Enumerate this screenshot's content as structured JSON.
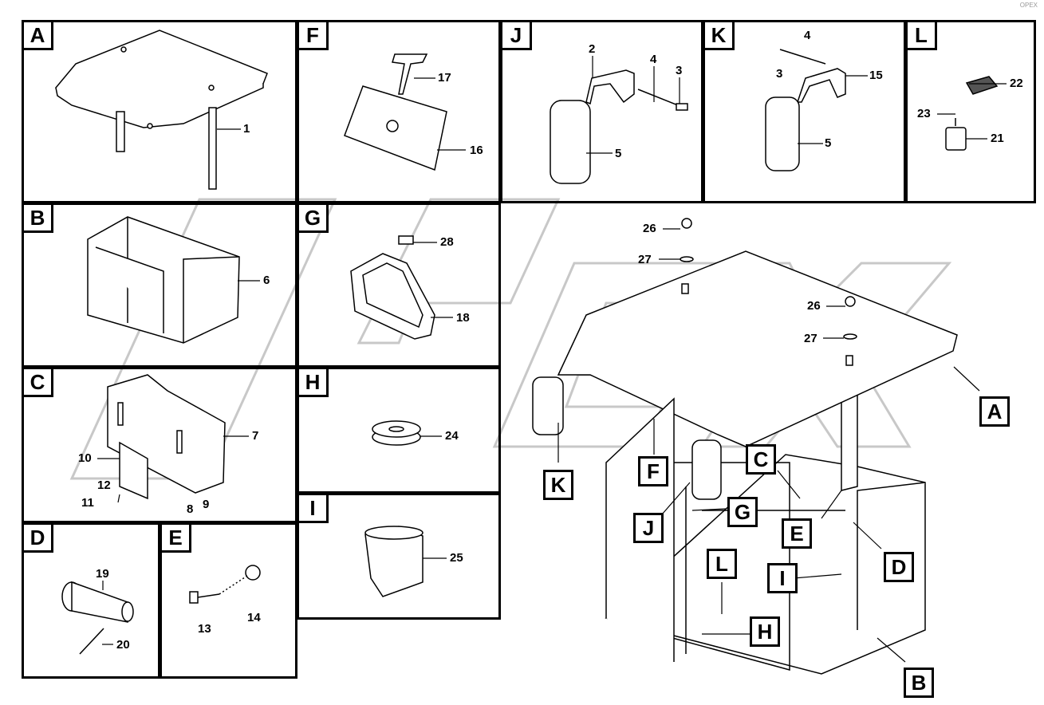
{
  "watermark_corner": "OPEX",
  "panels": [
    {
      "id": "A",
      "label": "A",
      "numbers": [
        "1"
      ]
    },
    {
      "id": "F",
      "label": "F",
      "numbers": [
        "17",
        "16"
      ]
    },
    {
      "id": "J",
      "label": "J",
      "numbers": [
        "2",
        "4",
        "3",
        "5"
      ]
    },
    {
      "id": "K",
      "label": "K",
      "numbers": [
        "4",
        "3",
        "15",
        "5"
      ]
    },
    {
      "id": "L",
      "label": "L",
      "numbers": [
        "22",
        "23",
        "21"
      ]
    },
    {
      "id": "B",
      "label": "B",
      "numbers": [
        "6"
      ]
    },
    {
      "id": "G",
      "label": "G",
      "numbers": [
        "28",
        "18"
      ]
    },
    {
      "id": "C",
      "label": "C",
      "numbers": [
        "7",
        "10",
        "12",
        "11",
        "8",
        "9"
      ]
    },
    {
      "id": "H",
      "label": "H",
      "numbers": [
        "24"
      ]
    },
    {
      "id": "I",
      "label": "I",
      "numbers": [
        "25"
      ]
    },
    {
      "id": "D",
      "label": "D",
      "numbers": [
        "19",
        "20"
      ]
    },
    {
      "id": "E",
      "label": "E",
      "numbers": [
        "13",
        "14"
      ]
    }
  ],
  "assembly": {
    "numbers": [
      "26",
      "27",
      "26",
      "27"
    ],
    "callouts": [
      "A",
      "B",
      "C",
      "D",
      "E",
      "F",
      "G",
      "H",
      "I",
      "J",
      "K",
      "L"
    ]
  }
}
